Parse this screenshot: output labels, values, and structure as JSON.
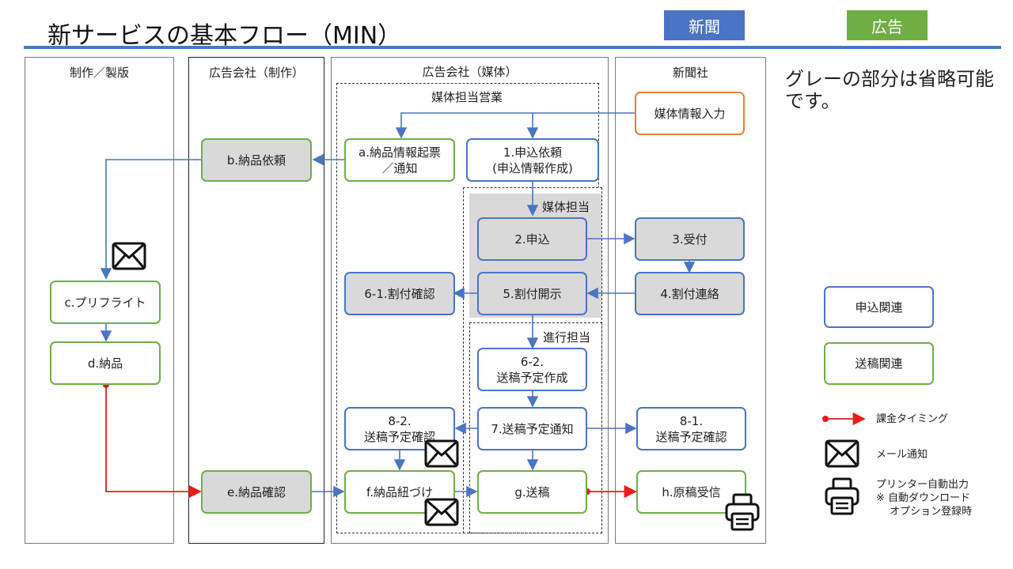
{
  "title": "新サービスの基本フロー（MIN）",
  "legend": {
    "newspaper": "新聞",
    "ad": "広告",
    "colors": {
      "blue": "#4a74c4",
      "green": "#6fae45",
      "orange": "#ed7d31",
      "gray": "#d9d9d9",
      "red": "#e81c1c"
    }
  },
  "note": "グレーの部分は省略可能\nです。",
  "lanes": {
    "production": "制作／製版",
    "agency_production": "広告会社（制作）",
    "agency_media": "広告会社（媒体）",
    "newspaper_co": "新聞社"
  },
  "sections": {
    "media_sales": "媒体担当営業",
    "media_staff": "媒体担当",
    "progress_staff": "進行担当"
  },
  "boxes": {
    "media_info": "媒体情報入力",
    "a": "a.納品情報起票\n／通知",
    "b": "b.納品依頼",
    "step1": "1.申込依頼\n(申込情報作成)",
    "step2": "2.申込",
    "step3": "3.受付",
    "step4": "4.割付連絡",
    "step5": "5.割付開示",
    "step61": "6-1.割付確認",
    "step62": "6-2.\n送稿予定作成",
    "step7": "7.送稿予定通知",
    "step81": "8-1.\n送稿予定確認",
    "step82": "8-2.\n送稿予定確認",
    "c": "c.プリフライト",
    "d": "d.納品",
    "e": "e.納品確認",
    "f": "f.納品紐づけ",
    "g": "g.送稿",
    "h": "h.原稿受信"
  },
  "key": {
    "application": "申込関連",
    "submission": "送稿関連",
    "billing": "課金タイミング",
    "mail": "メール通知",
    "printer": "プリンター自動出力\n※ 自動ダウンロード\n　 オプション登録時"
  },
  "icons": [
    "envelope-icon",
    "printer-icon",
    "red-arrow-icon"
  ]
}
